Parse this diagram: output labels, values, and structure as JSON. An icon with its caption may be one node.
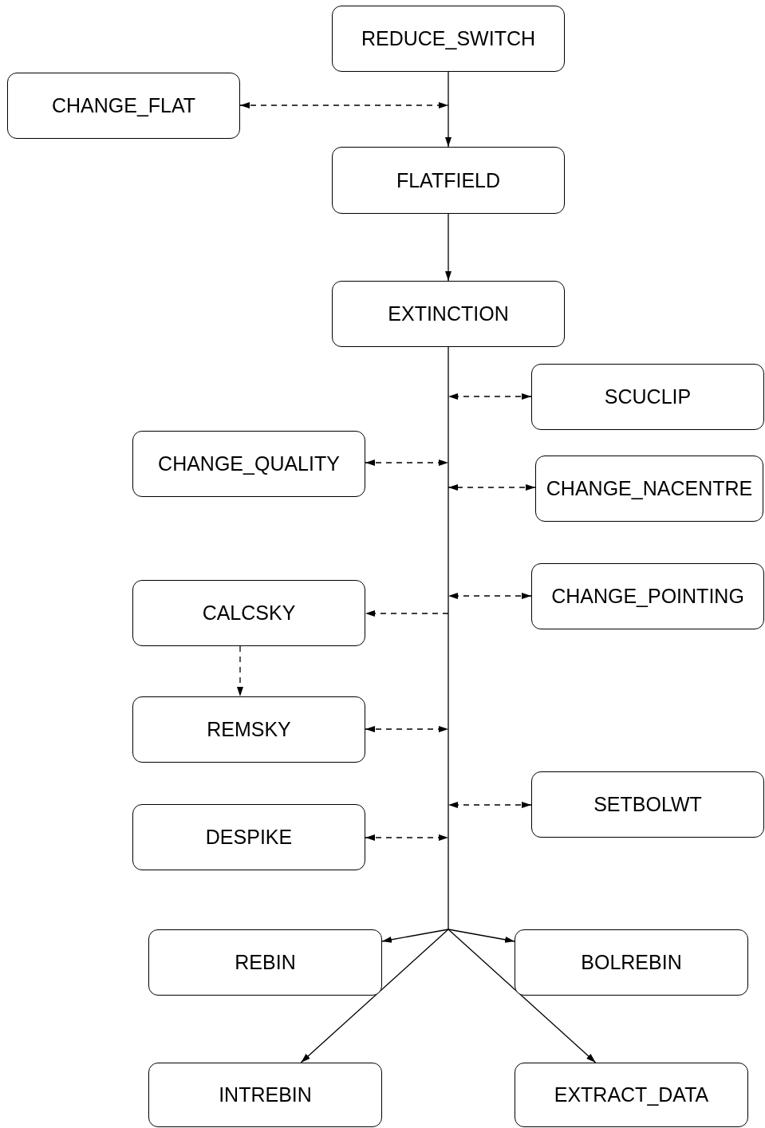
{
  "diagram": {
    "nodes": [
      {
        "text": [
          "REDUCE_SWITCH"
        ]
      },
      {
        "text": [
          "CHANGE_FLAT"
        ]
      },
      {
        "text": [
          "FLATFIELD"
        ]
      },
      {
        "text": [
          "EXTINCTION"
        ]
      },
      {
        "text": [
          "SCUCLIP"
        ]
      },
      {
        "text": [
          "CHANGE_QUALITY"
        ]
      },
      {
        "text": [
          "CHANGE_NACENTRE"
        ]
      },
      {
        "text": [
          "CHANGE_POINTING"
        ]
      },
      {
        "text": [
          "CALCSKY"
        ]
      },
      {
        "text": [
          "REMSKY"
        ]
      },
      {
        "text": [
          "SETBOLWT"
        ]
      },
      {
        "text": [
          "DESPIKE"
        ]
      },
      {
        "text": [
          "REBIN"
        ]
      },
      {
        "text": [
          "BOLREBIN"
        ]
      },
      {
        "text": [
          "INTREBIN"
        ]
      },
      {
        "text": [
          "EXTRACT_DATA"
        ]
      }
    ],
    "edges": [
      {
        "from": 0,
        "to": 2,
        "arrow": "to"
      },
      {
        "from": 1,
        "to": null,
        "arrow": "both",
        "style": "dashed"
      },
      {
        "from": 2,
        "to": 3,
        "arrow": "to"
      },
      {
        "from": 4,
        "to": null,
        "arrow": "both",
        "style": "dashed"
      },
      {
        "from": 5,
        "to": null,
        "arrow": "both",
        "style": "dashed"
      },
      {
        "from": 6,
        "to": null,
        "arrow": "both",
        "style": "dashed"
      },
      {
        "from": 7,
        "to": null,
        "arrow": "both",
        "style": "dashed"
      },
      {
        "from": null,
        "to": 8,
        "arrow": "to",
        "style": "dashed"
      },
      {
        "from": 8,
        "to": 9,
        "arrow": "to",
        "style": "dashed"
      },
      {
        "from": 9,
        "to": null,
        "arrow": "both",
        "style": "dashed"
      },
      {
        "from": 10,
        "to": null,
        "arrow": "both",
        "style": "dashed"
      },
      {
        "from": 11,
        "to": null,
        "arrow": "both",
        "style": "dashed"
      },
      {
        "from": 3,
        "to": 12,
        "arrow": "to"
      },
      {
        "from": 3,
        "to": 13,
        "arrow": "to"
      },
      {
        "from": 3,
        "to": 14,
        "arrow": "to"
      },
      {
        "from": 3,
        "to": 15,
        "arrow": "to"
      }
    ]
  }
}
